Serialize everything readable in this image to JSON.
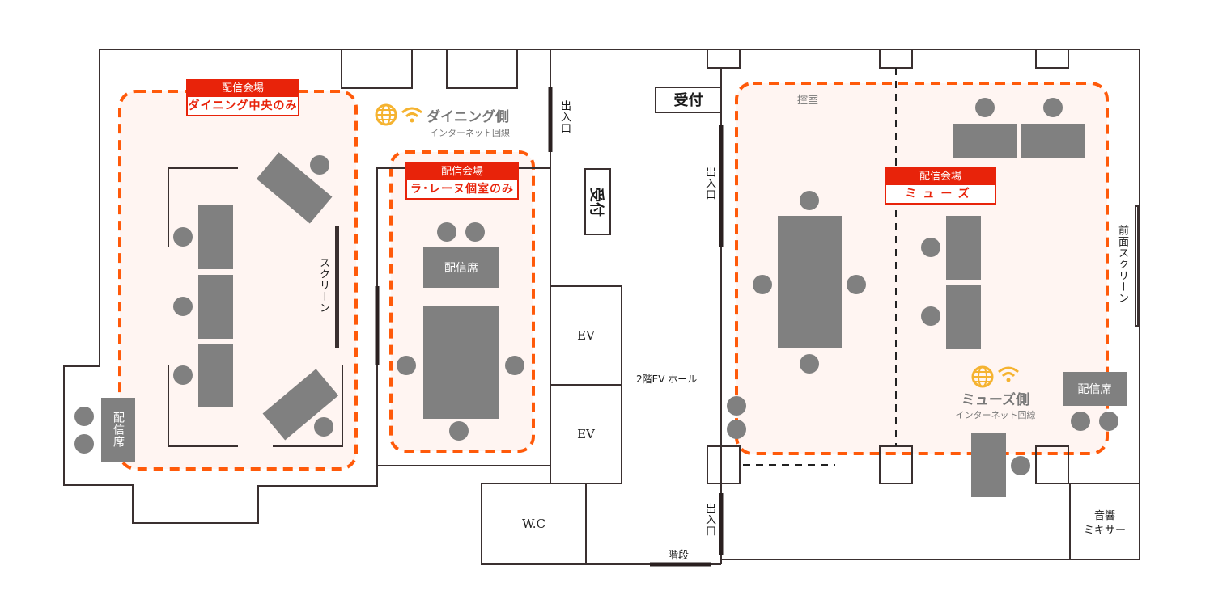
{
  "colors": {
    "wall": "#3a3030",
    "zone_border": "#ff5a0a",
    "zone_fill": "#fff5f2",
    "tag_red": "#e8230a",
    "furniture": "#808080",
    "icon_yellow": "#f5b330"
  },
  "zones": [
    {
      "tag_top": "配信会場",
      "tag_bottom": "ダイニング中央のみ"
    },
    {
      "tag_top": "配信会場",
      "tag_bottom": "ラ･レーヌ個室のみ"
    },
    {
      "tag_top": "配信会場",
      "tag_bottom": "ミューズ"
    }
  ],
  "internet": [
    {
      "title": "ダイニング側",
      "subtitle": "インターネット回線",
      "icons": [
        "globe-icon",
        "wifi-icon"
      ]
    },
    {
      "title": "ミューズ側",
      "subtitle": "インターネット回線",
      "icons": [
        "globe-icon",
        "wifi-icon"
      ]
    }
  ],
  "labels": {
    "entrance_1": "出入口",
    "entrance_2": "出入口",
    "entrance_3": "出入口",
    "reception_center": "受付",
    "reception_right": "受付",
    "screen_dining": "スクリーン",
    "front_screen": "前面スクリーン",
    "waiting_room": "控室",
    "ev_1": "EV",
    "ev_2": "EV",
    "ev_hall": "2階EV ホール",
    "wc": "W.C",
    "stairs": "階段",
    "audio_mixer_line1": "音響",
    "audio_mixer_line2": "ミキサー",
    "broadcast_seat_dining": "配信席",
    "broadcast_seat_reine": "配信席",
    "broadcast_seat_muse": "配信席"
  }
}
